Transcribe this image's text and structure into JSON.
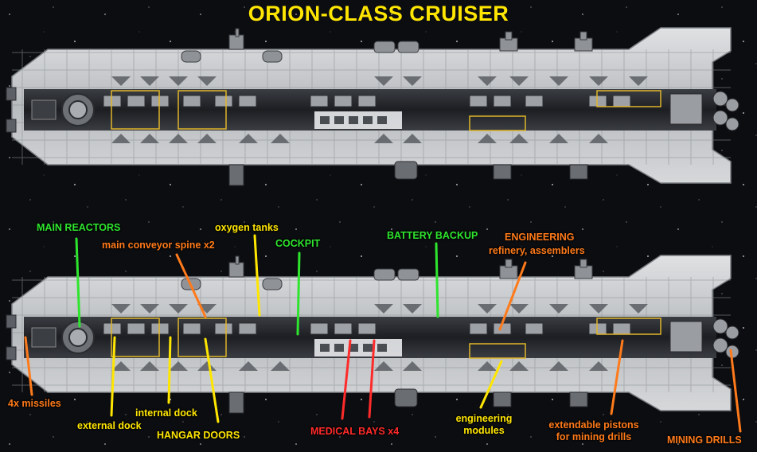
{
  "title": "ORION-CLASS CRUISER",
  "colors": {
    "title": "#ffe600",
    "green_labels": "#2ee52e",
    "orange_labels": "#ff7a1a",
    "yellow_labels": "#ffe600",
    "red_labels": "#ff2a2a",
    "hull": "#c9cccf",
    "background": "#0c0d10"
  },
  "labels": {
    "main_reactors": "MAIN REACTORS",
    "main_conveyor_spine": "main conveyor spine x2",
    "oxygen_tanks": "oxygen tanks",
    "cockpit": "COCKPIT",
    "battery_backup": "BATTERY BACKUP",
    "engineering": "ENGINEERING",
    "engineering_sub": "refinery, assemblers",
    "missiles": "4x missiles",
    "external_dock": "external dock",
    "internal_dock": "internal dock",
    "hangar_doors": "HANGAR DOORS",
    "medical_bays": "MEDICAL BAYS x4",
    "engineering_modules_line1": "engineering",
    "engineering_modules_line2": "modules",
    "extendable_pistons_line1": "extendable pistons",
    "extendable_pistons_line2": "for mining drills",
    "mining_drills": "MINING DRILLS"
  }
}
